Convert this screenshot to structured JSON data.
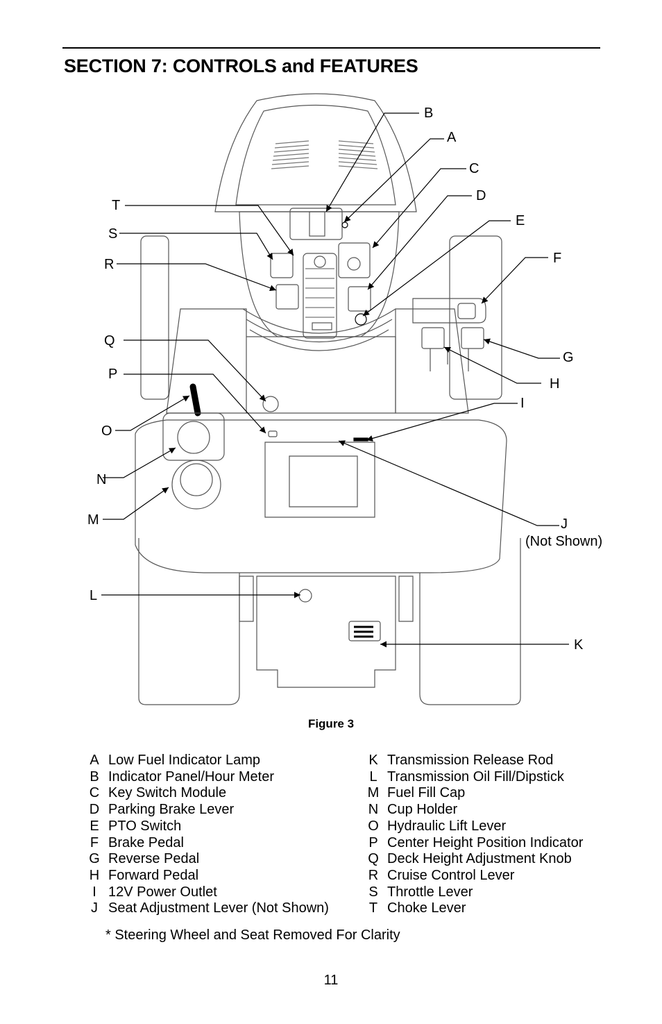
{
  "header": {
    "title": "SECTION 7: CONTROLS and FEATURES"
  },
  "figure": {
    "caption": "Figure 3",
    "callouts": {
      "A": "A",
      "B": "B",
      "C": "C",
      "D": "D",
      "E": "E",
      "F": "F",
      "G": "G",
      "H": "H",
      "I": "I",
      "J": "J",
      "J_note": "(Not Shown)",
      "K": "K",
      "L": "L",
      "M": "M",
      "N": "N",
      "O": "O",
      "P": "P",
      "Q": "Q",
      "R": "R",
      "S": "S",
      "T": "T"
    }
  },
  "legend": {
    "left": [
      {
        "letter": "A",
        "label": "Low Fuel Indicator Lamp"
      },
      {
        "letter": "B",
        "label": "Indicator Panel/Hour Meter"
      },
      {
        "letter": "C",
        "label": "Key Switch Module"
      },
      {
        "letter": "D",
        "label": "Parking Brake Lever"
      },
      {
        "letter": "E",
        "label": "PTO Switch"
      },
      {
        "letter": "F",
        "label": "Brake Pedal"
      },
      {
        "letter": "G",
        "label": "Reverse Pedal"
      },
      {
        "letter": "H",
        "label": "Forward Pedal"
      },
      {
        "letter": "I",
        "label": "12V Power Outlet"
      },
      {
        "letter": "J",
        "label": "Seat Adjustment Lever (Not Shown)"
      }
    ],
    "right": [
      {
        "letter": "K",
        "label": "Transmission Release Rod"
      },
      {
        "letter": "L",
        "label": "Transmission Oil Fill/Dipstick"
      },
      {
        "letter": "M",
        "label": "Fuel Fill Cap"
      },
      {
        "letter": "N",
        "label": "Cup Holder"
      },
      {
        "letter": "O",
        "label": "Hydraulic Lift Lever"
      },
      {
        "letter": "P",
        "label": "Center Height Position Indicator"
      },
      {
        "letter": "Q",
        "label": "Deck Height Adjustment Knob"
      },
      {
        "letter": "R",
        "label": "Cruise Control Lever"
      },
      {
        "letter": "S",
        "label": "Throttle Lever"
      },
      {
        "letter": "T",
        "label": "Choke Lever"
      }
    ]
  },
  "note": "* Steering Wheel and Seat Removed For Clarity",
  "page_number": "11"
}
